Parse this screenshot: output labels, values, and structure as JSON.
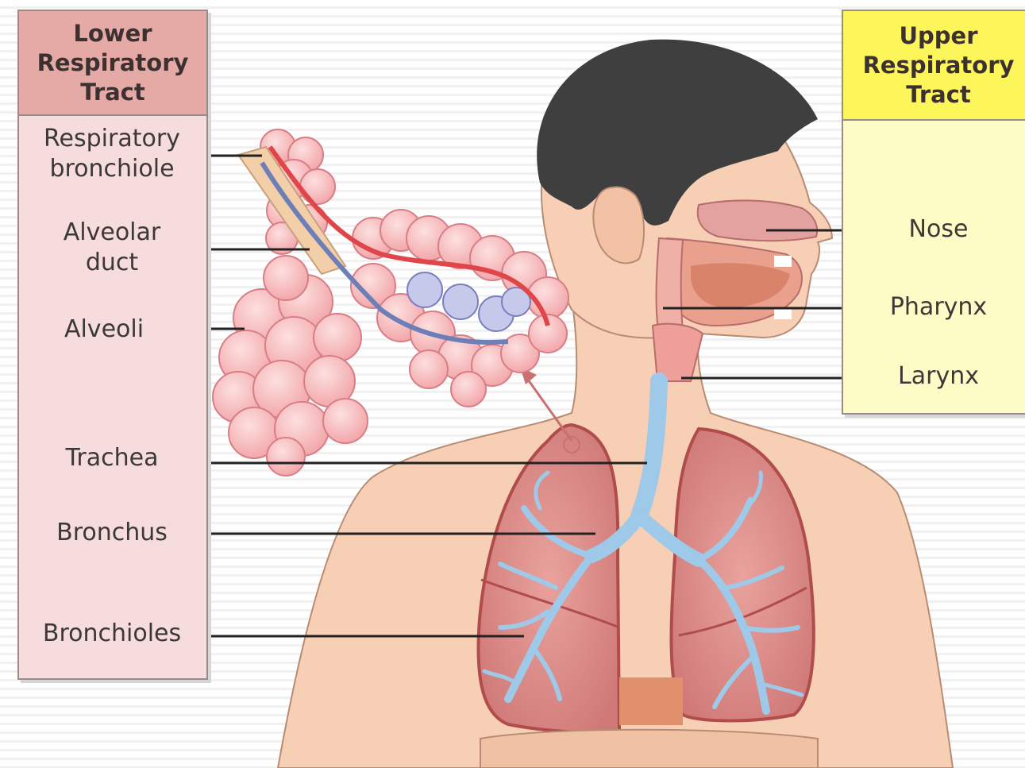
{
  "lower_tract": {
    "title": "Lower\nRespiratory\nTract",
    "color": "#e5a9a6",
    "labels": {
      "respiratory_bronchiole": "Respiratory\nbronchiole",
      "alveolar_duct": "Alveolar\nduct",
      "alveoli": "Alveoli",
      "trachea": "Trachea",
      "bronchus": "Bronchus",
      "bronchioles": "Bronchioles"
    }
  },
  "upper_tract": {
    "title": "Upper\nRespiratory\nTract",
    "color": "#fdf65a",
    "labels": {
      "nose": "Nose",
      "pharynx": "Pharynx",
      "larynx": "Larynx"
    }
  },
  "colors": {
    "skin": "#f6cfb4",
    "hair": "#3f3f3f",
    "lung": "#d98986",
    "airway": "#9fc9e8",
    "alveoli": "#f7b1b1",
    "blood_vessel": "#e0454a",
    "vein": "#6e7fb8"
  }
}
